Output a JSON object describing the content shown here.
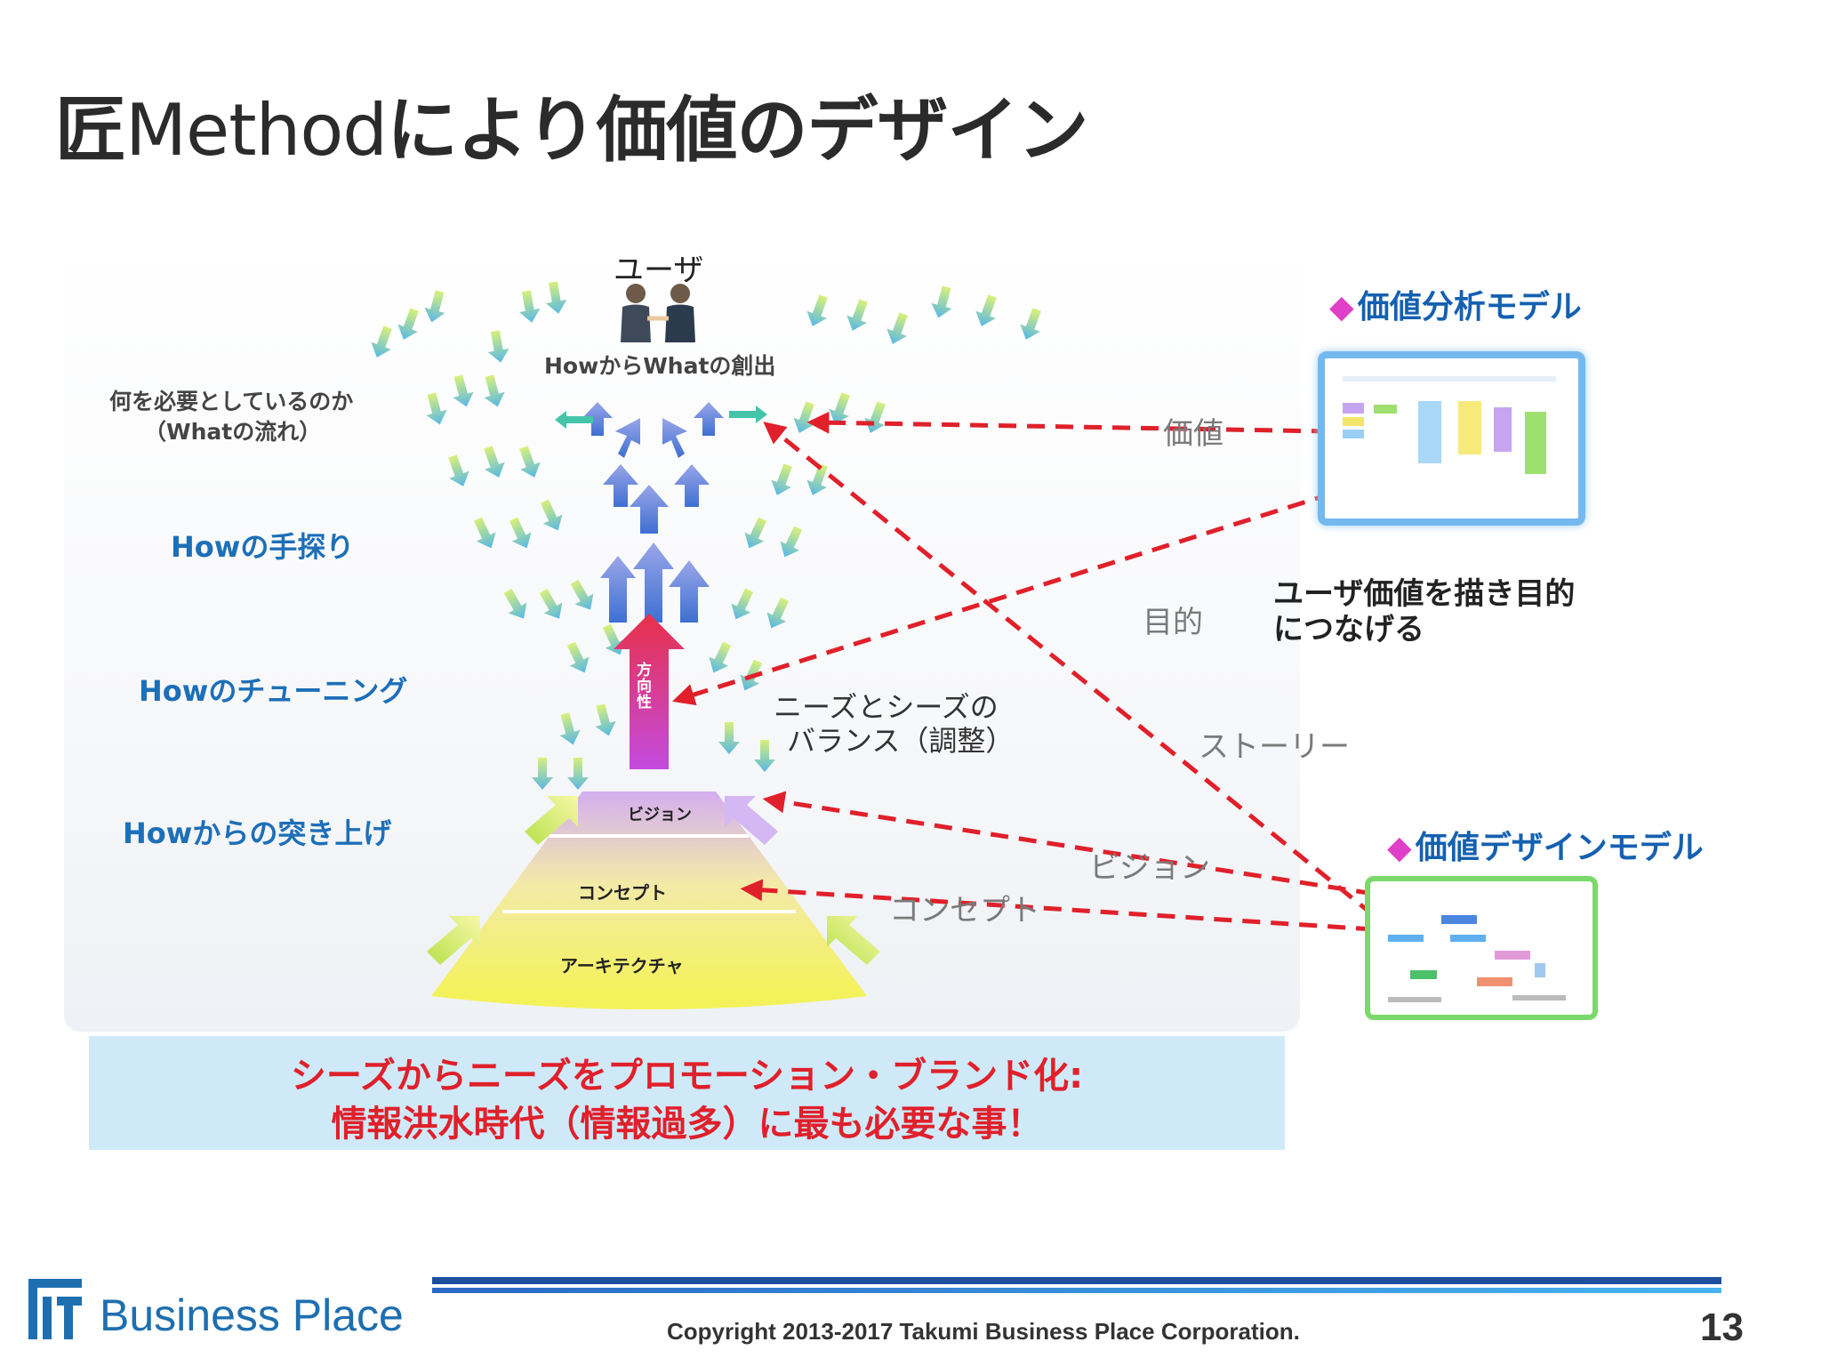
{
  "title": {
    "prefix": "匠",
    "method": "Method",
    "suffix": "により価値のデザイン"
  },
  "diagram": {
    "user_label": "ユーザ",
    "how_to_what": "HowからWhatの創出",
    "what_flow_line1": "何を必要としているのか",
    "what_flow_line2": "（Whatの流れ）",
    "how_search": "Howの手探り",
    "how_tuning": "Howのチューニング",
    "how_push": "Howからの突き上げ",
    "direction": "方向性",
    "balance_line1": "ニーズとシーズの",
    "balance_line2": "バランス（調整）",
    "pyramid": [
      "ビジョン",
      "コンセプト",
      "アーキテクチャ"
    ],
    "arrow_labels": {
      "value": "価値",
      "purpose": "目的",
      "story": "ストーリー",
      "vision": "ビジョン",
      "concept": "コンセプト"
    },
    "value_model_title": "価値分析モデル",
    "design_model_title": "価値デザインモデル",
    "user_value_line1": "ユーザ価値を描き目的",
    "user_value_line2": "につなげる"
  },
  "banner": {
    "line1": "シーズからニーズをプロモーション・ブランド化:",
    "line2": "情報洪水時代（情報過多）に最も必要な事！"
  },
  "footer": {
    "logo_text": "Business Place",
    "copyright": "Copyright  2013-2017 Takumi Business Place Corporation.",
    "page": "13"
  },
  "colors": {
    "accent_blue": "#1d6fb8",
    "arrow_red": "#e0202a",
    "banner_bg": "#cfe9f9",
    "diamond": "#e040c8"
  }
}
